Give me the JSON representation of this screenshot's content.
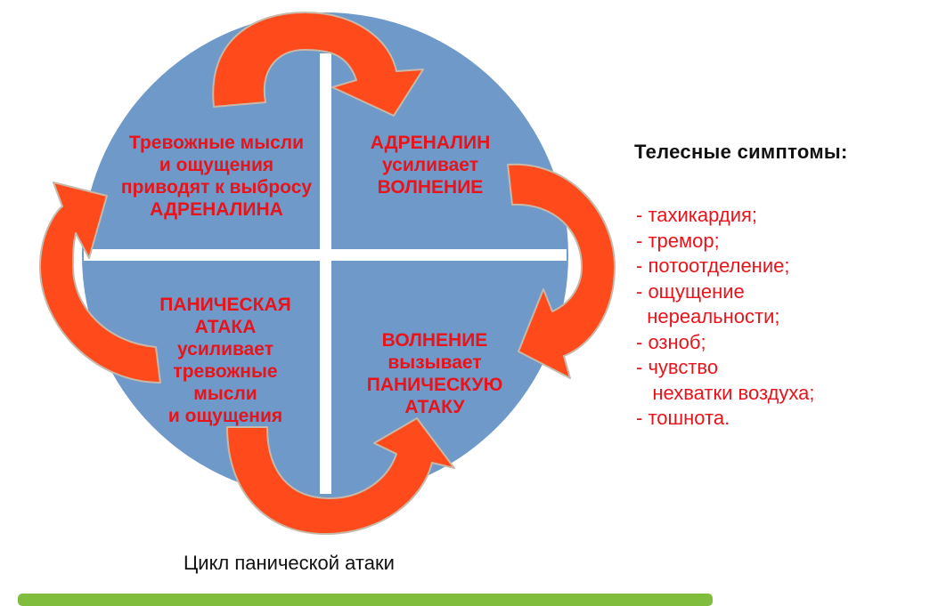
{
  "diagram": {
    "colors": {
      "circle": "#6f99c8",
      "arrow": "#ff4a1c",
      "arrow_outline": "#c8b8a8",
      "divider": "#ffffff",
      "text": "#e8141b"
    },
    "quadrants": {
      "top_left": {
        "lines": [
          "Тревожные мысли",
          "и ощущения",
          "приводят к выбросу",
          "АДРЕНАЛИНА"
        ]
      },
      "top_right": {
        "lines": [
          "АДРЕНАЛИН",
          "усиливает",
          "ВОЛНЕНИЕ"
        ]
      },
      "bottom_left": {
        "lines": [
          "ПАНИЧЕСКАЯ",
          "АТАКА",
          "усиливает",
          "тревожные",
          "мысли",
          "и ощущения"
        ]
      },
      "bottom_right": {
        "lines": [
          "ВОЛНЕНИЕ",
          "вызывает",
          "ПАНИЧЕСКУЮ",
          "АТАКУ"
        ]
      }
    }
  },
  "symptoms": {
    "title": "Телесные симптомы:",
    "items": [
      "- тахикардия;",
      "- тремор;",
      "- потоотделение;",
      "- ощущение",
      "  нереальности;",
      "- озноб;",
      "- чувство",
      "   нехватки воздуха;",
      "- тошнота."
    ]
  },
  "caption": "Цикл панической атаки",
  "footer": {
    "bar_color": "#80bd3c"
  }
}
